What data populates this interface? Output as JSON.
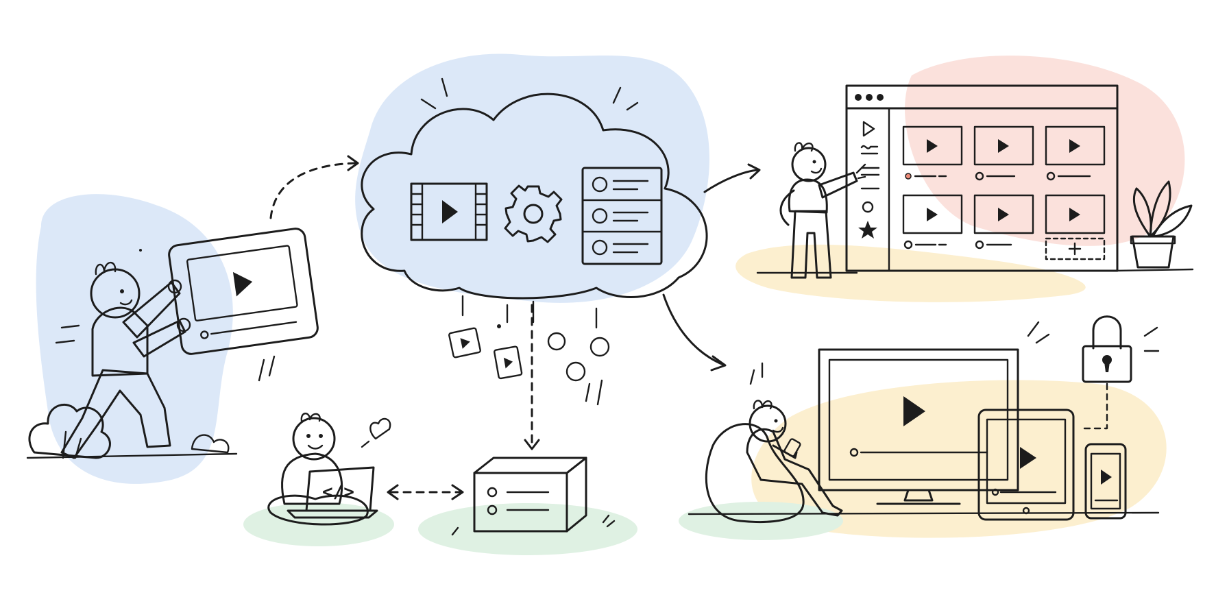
{
  "colors": {
    "ink": "#1c1c1c",
    "red": "#ec8a78",
    "blue": "#9ebde6",
    "yellow": "#f5d77a",
    "green": "#a9d8b2",
    "blob_blue": "#dce8f8",
    "blob_pink": "#fbe1dc",
    "blob_yellow": "#fcefcf",
    "blob_green": "#dff1e3",
    "paper": "#ffffff"
  },
  "laptop": {
    "code_label": "</>"
  },
  "icons": [
    "video-upload-icon",
    "film-strip-icon",
    "gear-icon",
    "list-icon",
    "play-icon",
    "star-icon",
    "lock-icon",
    "heart-icon",
    "plus-icon",
    "remote-icon"
  ],
  "stages": [
    "creator-upload",
    "cloud-processing",
    "video-library-browse",
    "multi-device-streaming",
    "developer-integration",
    "storage-server"
  ]
}
